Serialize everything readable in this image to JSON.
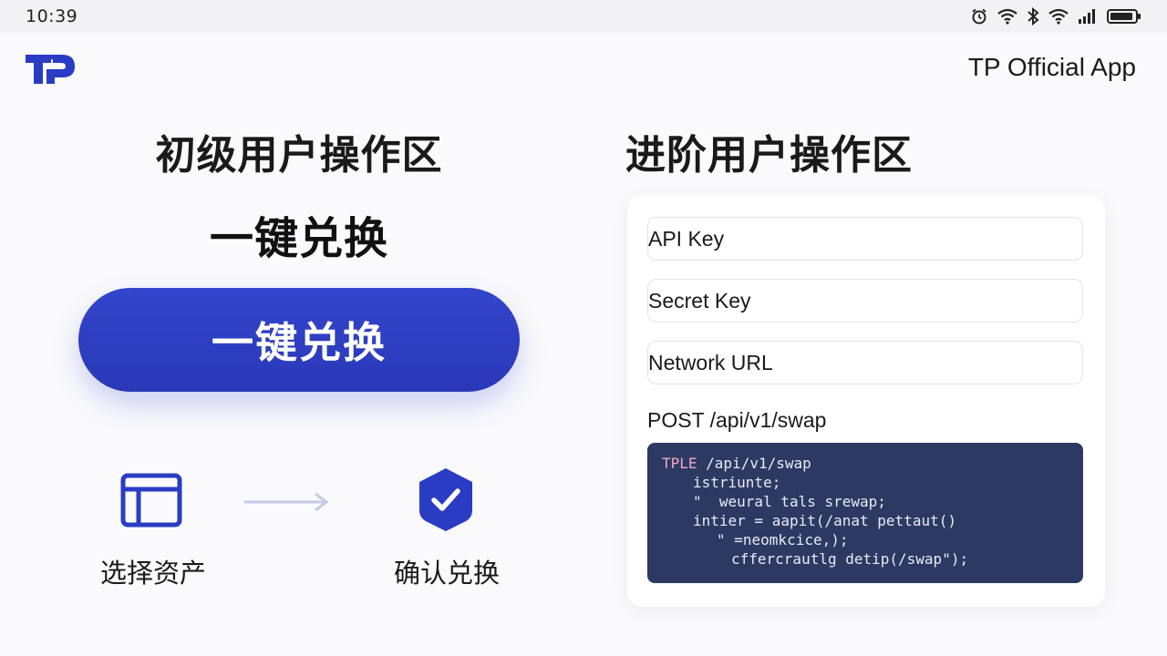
{
  "status_bar": {
    "time": "10:39",
    "icons": [
      "alarm-icon",
      "wifi-icon",
      "bluetooth-icon",
      "wifi-icon",
      "signal-icon",
      "battery-icon"
    ]
  },
  "header": {
    "logo_icon": "tp-logo-icon",
    "app_title": "TP Official App"
  },
  "beginner": {
    "heading": "初级用户操作区",
    "subheading": "一键兑换",
    "button_label": "一键兑换",
    "steps": [
      {
        "icon": "wallet-icon",
        "label": "选择资产"
      },
      {
        "icon": "shield-check-icon",
        "label": "确认兑换"
      }
    ]
  },
  "advanced": {
    "heading": "进阶用户操作区",
    "fields": [
      {
        "placeholder": "API Key"
      },
      {
        "placeholder": "Secret Key"
      },
      {
        "placeholder": "Network URL"
      }
    ],
    "endpoint": "POST /api/v1/swap",
    "code_lines": [
      {
        "kw": "TPLE",
        "rest": " /api/v1/swap"
      },
      {
        "kw": "",
        "rest": "istriunte;"
      },
      {
        "kw": "",
        "rest": "\"  weural tals srewap;"
      },
      {
        "kw": "",
        "rest": "intier = aapit(/anat pettaut()"
      },
      {
        "kw": "",
        "rest": "\" =neomkcice,);"
      },
      {
        "kw": "",
        "rest": "cffercrautlg detip(/swap\");"
      }
    ]
  },
  "colors": {
    "accent": "#2f3fc2",
    "code_bg": "#2c3a63",
    "arrow": "#c5cae8"
  }
}
